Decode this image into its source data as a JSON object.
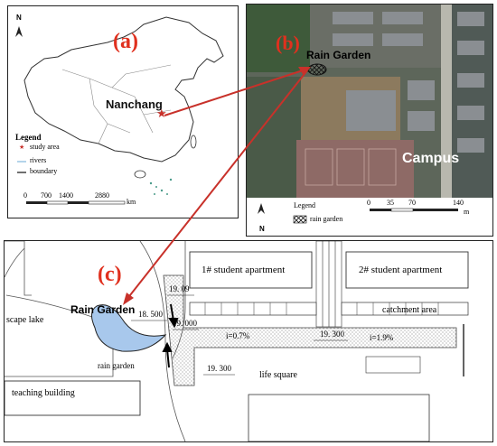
{
  "panel_a": {
    "tag": "(a)",
    "city": "Nanchang",
    "north": "N",
    "legend_title": "Legend",
    "legend_items": [
      "study area",
      "rivers",
      "boundary"
    ],
    "scale_ticks": [
      "0",
      "700",
      "1400",
      "2880"
    ],
    "scale_unit": "km"
  },
  "panel_b": {
    "tag": "(b)",
    "rain_garden": "Rain Garden",
    "campus": "Campus",
    "north": "N",
    "legend_title": "Legend",
    "legend_item": "rain garden",
    "scale_ticks": [
      "0",
      "35",
      "70",
      "140"
    ],
    "scale_unit": "m"
  },
  "panel_c": {
    "tag": "(c)",
    "rain_garden_title": "Rain Garden",
    "apartment1": "1# student apartment",
    "apartment2": "2# student apartment",
    "catchment": "catchment area",
    "scape_lake": "scape lake",
    "rain_garden_label": "rain garden",
    "teaching": "teaching building",
    "life_square": "life square",
    "elev1": "19. 09",
    "elev2": "18. 500",
    "elev3": "19. 000",
    "elev4": "19. 300",
    "elev5": "19. 300",
    "slope1": "i=0.7%",
    "slope2": "i=1.9%"
  },
  "colors": {
    "arrow": "#c8312a",
    "tag": "#e0301e",
    "garden_fill": "#a8c8ec"
  }
}
